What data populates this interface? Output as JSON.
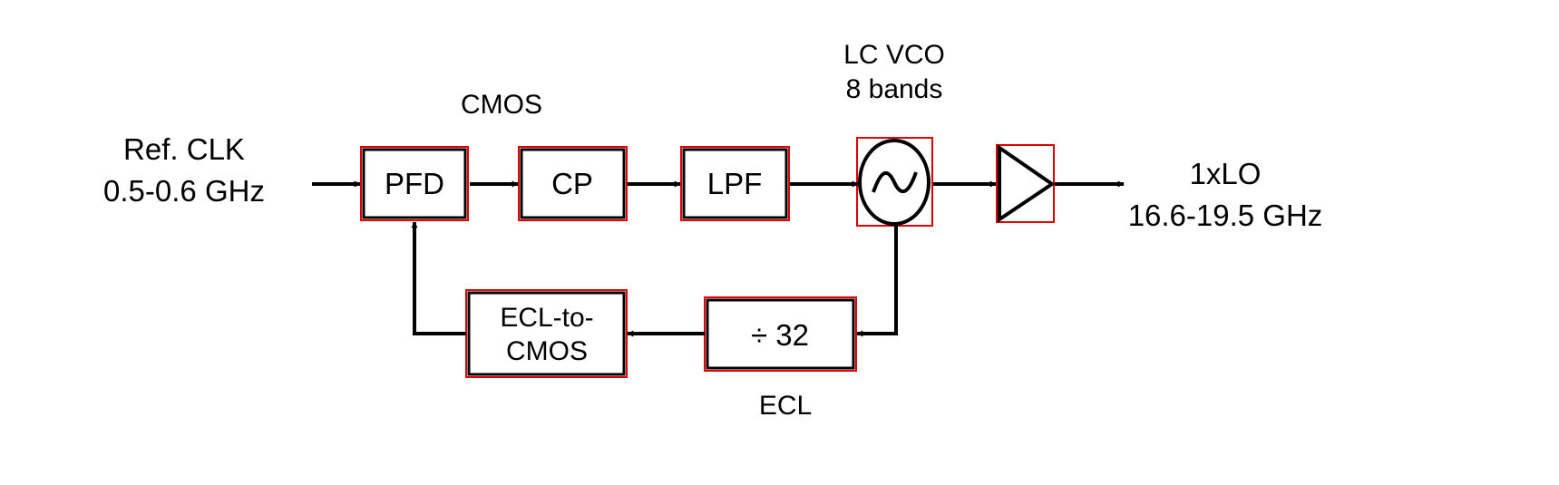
{
  "colors": {
    "line": "#000000",
    "highlight": "#e00000",
    "background": "#ffffff"
  },
  "input": {
    "line1": "Ref. CLK",
    "line2": "0.5-0.6 GHz"
  },
  "output": {
    "line1": "1xLO",
    "line2": "16.6-19.5 GHz"
  },
  "labels": {
    "cmos": "CMOS",
    "ecl": "ECL",
    "vco_line1": "LC VCO",
    "vco_line2": "8 bands"
  },
  "blocks": {
    "pfd": "PFD",
    "cp": "CP",
    "lpf": "LPF",
    "divider": "÷ 32",
    "ecl_cmos_line1": "ECL-to-",
    "ecl_cmos_line2": "CMOS"
  },
  "symbols": {
    "vco": "sine-oscillator-icon",
    "buffer": "triangle-amplifier-icon"
  }
}
